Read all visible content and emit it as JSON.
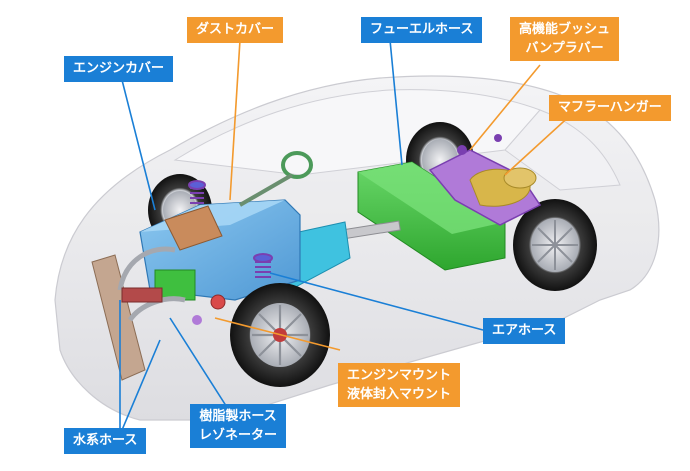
{
  "labels": {
    "engine_cover": "エンジンカバー",
    "dust_cover": "ダストカバー",
    "fuel_hose": "フューエルホース",
    "bush_bumper_line1": "高機能ブッシュ",
    "bush_bumper_line2": "バンプラバー",
    "muffler_hanger": "マフラーハンガー",
    "air_hose": "エアホース",
    "engine_mount_line1": "エンジンマウント",
    "engine_mount_line2": "液体封入マウント",
    "resin_hose_line1": "樹脂製ホース",
    "resin_hose_line2": "レゾネーター",
    "water_hose": "水系ホース"
  },
  "colors": {
    "blue_label": "#1a7fd6",
    "orange_label": "#f39a2e",
    "blue_leader": "#1a7fd6",
    "orange_leader": "#f39a2e",
    "body_shell": "#e8e8ea",
    "engine_block": "#6fb3e6",
    "fuel_tank": "#3fbf3f",
    "exhaust": "#d8b64a",
    "suspension": "#9a4fd0"
  },
  "icons": {
    "car_illustration": "car-chassis-cutaway"
  }
}
